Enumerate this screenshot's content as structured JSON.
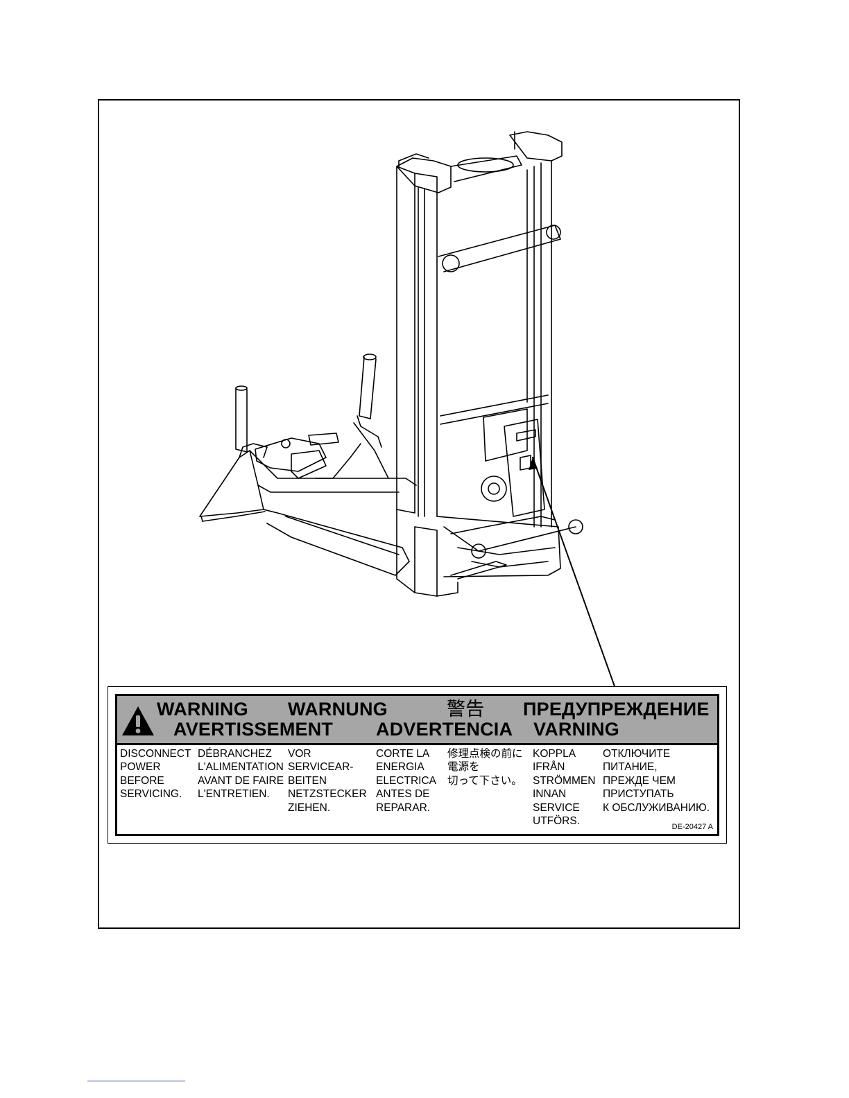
{
  "illustration": {
    "description_icon": "machine-line-drawing",
    "callout": "warning-label-location"
  },
  "warning_label": {
    "icon": "warning-triangle-icon",
    "header_row1": [
      "WARNING",
      "WARNUNG",
      "警告",
      "ПРЕДУПРЕЖДЕНИЕ"
    ],
    "header_row2": [
      "AVERTISSEMENT",
      "ADVERTENCIA",
      "VARNING"
    ],
    "columns": [
      [
        "DISCONNECT",
        "POWER",
        "BEFORE",
        "SERVICING."
      ],
      [
        "DÉBRANCHEZ",
        "L'ALIMENTATION",
        "AVANT DE FAIRE",
        "L'ENTRETIEN."
      ],
      [
        "VOR",
        "SERVICEAR-",
        "BEITEN",
        "NETZSTECKER",
        "ZIEHEN."
      ],
      [
        "CORTE LA",
        "ENERGIA",
        "ELECTRICA",
        "ANTES DE",
        "REPARAR."
      ],
      [
        "修理点検の前に",
        "電源を",
        "切って下さい。"
      ],
      [
        "KOPPLA",
        "IFRÅN",
        "STRÖMMEN",
        "INNAN",
        "SERVICE",
        "UTFÖRS."
      ],
      [
        "ОТКЛЮЧИТЕ",
        "ПИТАНИЕ,",
        "ПРЕЖДЕ ЧЕМ",
        "ПРИСТУПАТЬ",
        "К ОБСЛУЖИВАНИЮ."
      ]
    ],
    "code": "DE-20427 A",
    "header_color": "#a6a6a6"
  }
}
